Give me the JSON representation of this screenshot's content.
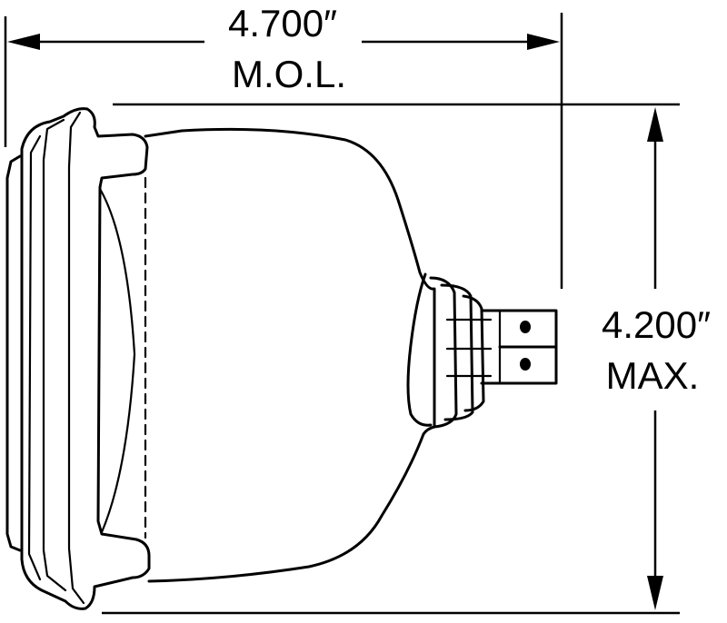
{
  "dimensions": {
    "length": {
      "value": "4.700″",
      "qualifier": "M.O.L."
    },
    "height": {
      "value": "4.200″",
      "qualifier": "MAX."
    }
  },
  "colors": {
    "line": "#000000",
    "background": "#ffffff"
  }
}
